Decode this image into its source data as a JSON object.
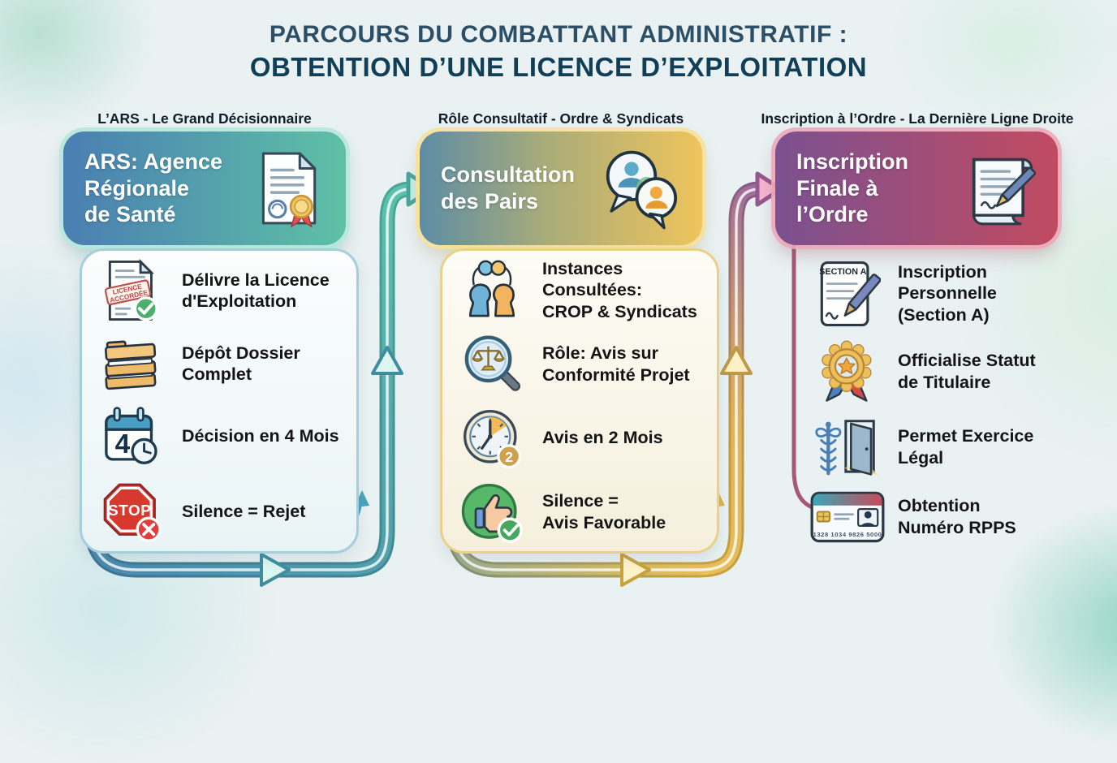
{
  "title": {
    "line1": "PARCOURS DU COMBATTANT ADMINISTRATIF :",
    "line2": "OBTENTION D’UNE LICENCE D’EXPLOITATION"
  },
  "columns": [
    {
      "label": "L’ARS - Le Grand Décisionnaire",
      "card": {
        "title": "ARS: Agence\nRégionale\nde Santé",
        "icon": "certificate-document-icon",
        "gradient_from": "#4a7eb2",
        "gradient_to": "#5ec1a6"
      },
      "items": [
        {
          "icon": "licence-granted-icon",
          "text": "Délivre la Licence\nd'Exploitation"
        },
        {
          "icon": "folder-stack-icon",
          "text": "Dépôt Dossier\nComplet"
        },
        {
          "icon": "calendar-4-months-icon",
          "text": "Décision en 4 Mois"
        },
        {
          "icon": "stop-sign-icon",
          "text": "Silence = Rejet"
        }
      ]
    },
    {
      "label": "Rôle Consultatif - Ordre & Syndicats",
      "card": {
        "title": "Consultation\ndes Pairs",
        "icon": "chat-people-icon",
        "gradient_from": "#5d8da4",
        "gradient_to": "#efc45c"
      },
      "items": [
        {
          "icon": "two-heads-discussion-icon",
          "text": "Instances\nConsultées:\nCROP & Syndicats"
        },
        {
          "icon": "magnifier-scales-icon",
          "text": "Rôle: Avis sur\nConformité Projet"
        },
        {
          "icon": "clock-2-months-icon",
          "text": "Avis en 2 Mois"
        },
        {
          "icon": "thumbs-up-icon",
          "text": "Silence =\nAvis Favorable"
        }
      ]
    },
    {
      "label": "Inscription à l’Ordre - La Dernière Ligne Droite",
      "card": {
        "title": "Inscription\nFinale à\nl’Ordre",
        "icon": "scroll-pen-icon",
        "gradient_from": "#7b5190",
        "gradient_to": "#c14b61"
      },
      "items": [
        {
          "icon": "section-a-document-icon",
          "text": "Inscription\nPersonnelle\n(Section A)"
        },
        {
          "icon": "medal-icon",
          "text": "Officialise Statut\nde Titulaire"
        },
        {
          "icon": "caduceus-door-icon",
          "text": "Permet Exercice\nLégal"
        },
        {
          "icon": "id-card-icon",
          "text": "Obtention\nNuméro RPPS"
        }
      ]
    }
  ],
  "icon_labels": {
    "stamp_line1": "LICENCE",
    "stamp_line2": "ACCORDÉE",
    "calendar_number": "4",
    "stop": "STOP",
    "clock_badge": "2",
    "section_a": "SECTION A",
    "id_card_number": "1328 1034 9826 5000"
  },
  "flow": {
    "pipe_ars_color": "#55b7ab",
    "pipe_consultation_color": "#e6bd58",
    "pipe_inscription_color": "#a65876",
    "background_color": "#e9f1f2"
  }
}
